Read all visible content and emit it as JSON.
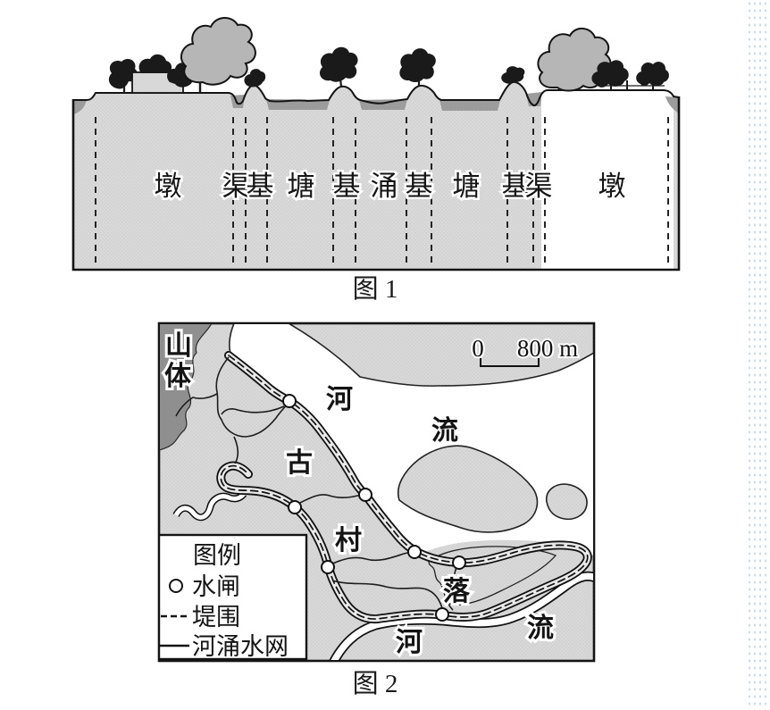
{
  "figure1": {
    "caption": "图 1",
    "section_labels": [
      "墩",
      "渠",
      "基",
      "塘",
      "基",
      "涌",
      "基",
      "塘",
      "基",
      "渠",
      "墩"
    ],
    "colors": {
      "body_gray": "#d8d8d8",
      "water_band_gray": "#9c9c9c",
      "right_mound_white": "#ffffff",
      "tree_canopy_gray": "#b6b6b6",
      "vegetation_black": "#1a1a1a"
    }
  },
  "figure2": {
    "caption": "图 2",
    "mountain_chars": [
      "山",
      "体"
    ],
    "river_chars": [
      "河",
      "流"
    ],
    "village_chars": [
      "古",
      "村",
      "落"
    ],
    "bottom_river_chars": [
      "河",
      "流"
    ],
    "scale_bar": {
      "zero": "0",
      "label": "800 m"
    },
    "legend": {
      "title": "图例",
      "items": [
        {
          "symbol": "circle",
          "label": "水闸"
        },
        {
          "symbol": "dashed-line",
          "label": "堤围"
        },
        {
          "symbol": "solid-line",
          "label": "河涌水网"
        }
      ]
    },
    "colors": {
      "land_gray": "#d6d6d6",
      "mountain_gray": "#8f8f8f",
      "water_white": "#ffffff",
      "embankment_fill": "#e8e8e8"
    }
  }
}
